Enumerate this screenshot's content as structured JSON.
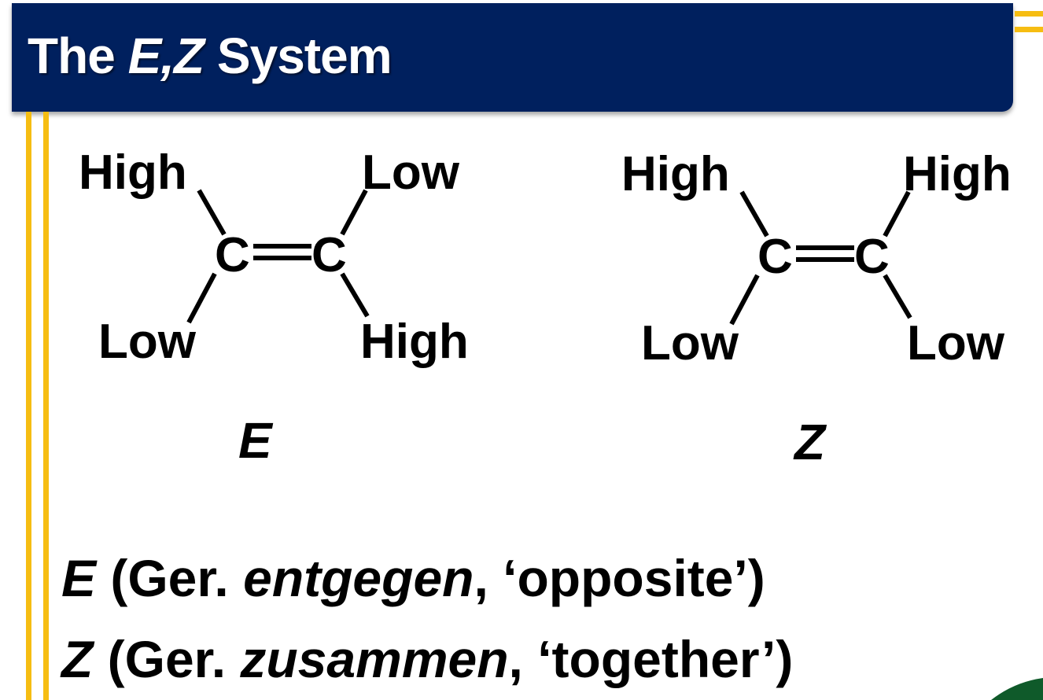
{
  "title": {
    "prefix": "The ",
    "italic": "E,Z",
    "suffix": " System"
  },
  "e_isomer": {
    "top_left": "High",
    "top_right": "Low",
    "bottom_left": "Low",
    "bottom_right": "High",
    "carbon": "C",
    "label": "E"
  },
  "z_isomer": {
    "top_left": "High",
    "top_right": "High",
    "bottom_left": "Low",
    "bottom_right": "Low",
    "carbon": "C",
    "label": "Z"
  },
  "definitions": [
    {
      "letter": "E",
      "pre": " (Ger. ",
      "word": "entgegen",
      "post": ", ‘opposite’)"
    },
    {
      "letter": "Z",
      "pre": " (Ger. ",
      "word": "zusammen",
      "post": ", ‘together’)"
    }
  ],
  "colors": {
    "header": "#00205e",
    "accent": "#f6bd12",
    "logo": "#0f5a2a"
  }
}
